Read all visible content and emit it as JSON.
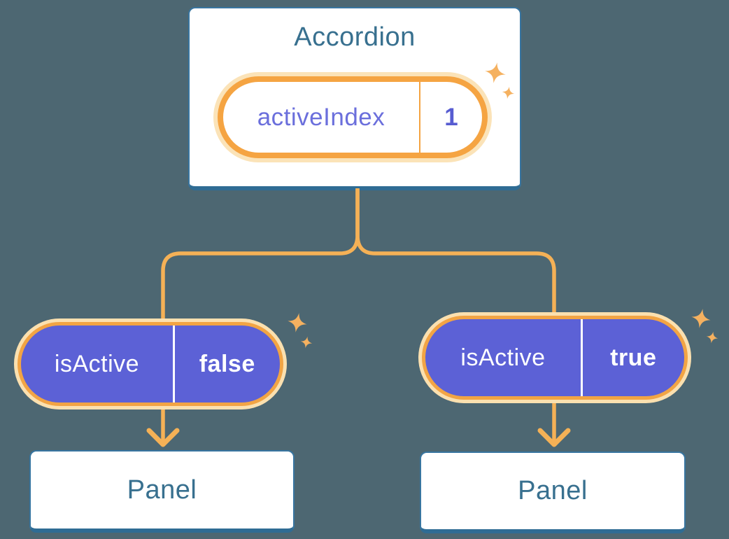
{
  "diagram": {
    "accordion": {
      "title": "Accordion",
      "state": {
        "key": "activeIndex",
        "value": "1"
      }
    },
    "props": {
      "left": {
        "key": "isActive",
        "value": "false"
      },
      "right": {
        "key": "isActive",
        "value": "true"
      }
    },
    "panels": {
      "left": {
        "label": "Panel"
      },
      "right": {
        "label": "Panel"
      }
    }
  },
  "colors": {
    "background": "#4D6772",
    "card_fill": "#FFFFFF",
    "card_border": "#2F6C94",
    "heading_text": "#38708F",
    "connector_orange": "#F5B156",
    "pill_ring_orange": "#F5A442",
    "pill_halo_cream": "#FBE3B8",
    "prop_pill_purple": "#5C61D6",
    "state_key_text": "#6B6FDC",
    "state_value_text": "#575CD1",
    "prop_text": "#FFFFFF",
    "sparkle_orange": "#F5B160"
  }
}
